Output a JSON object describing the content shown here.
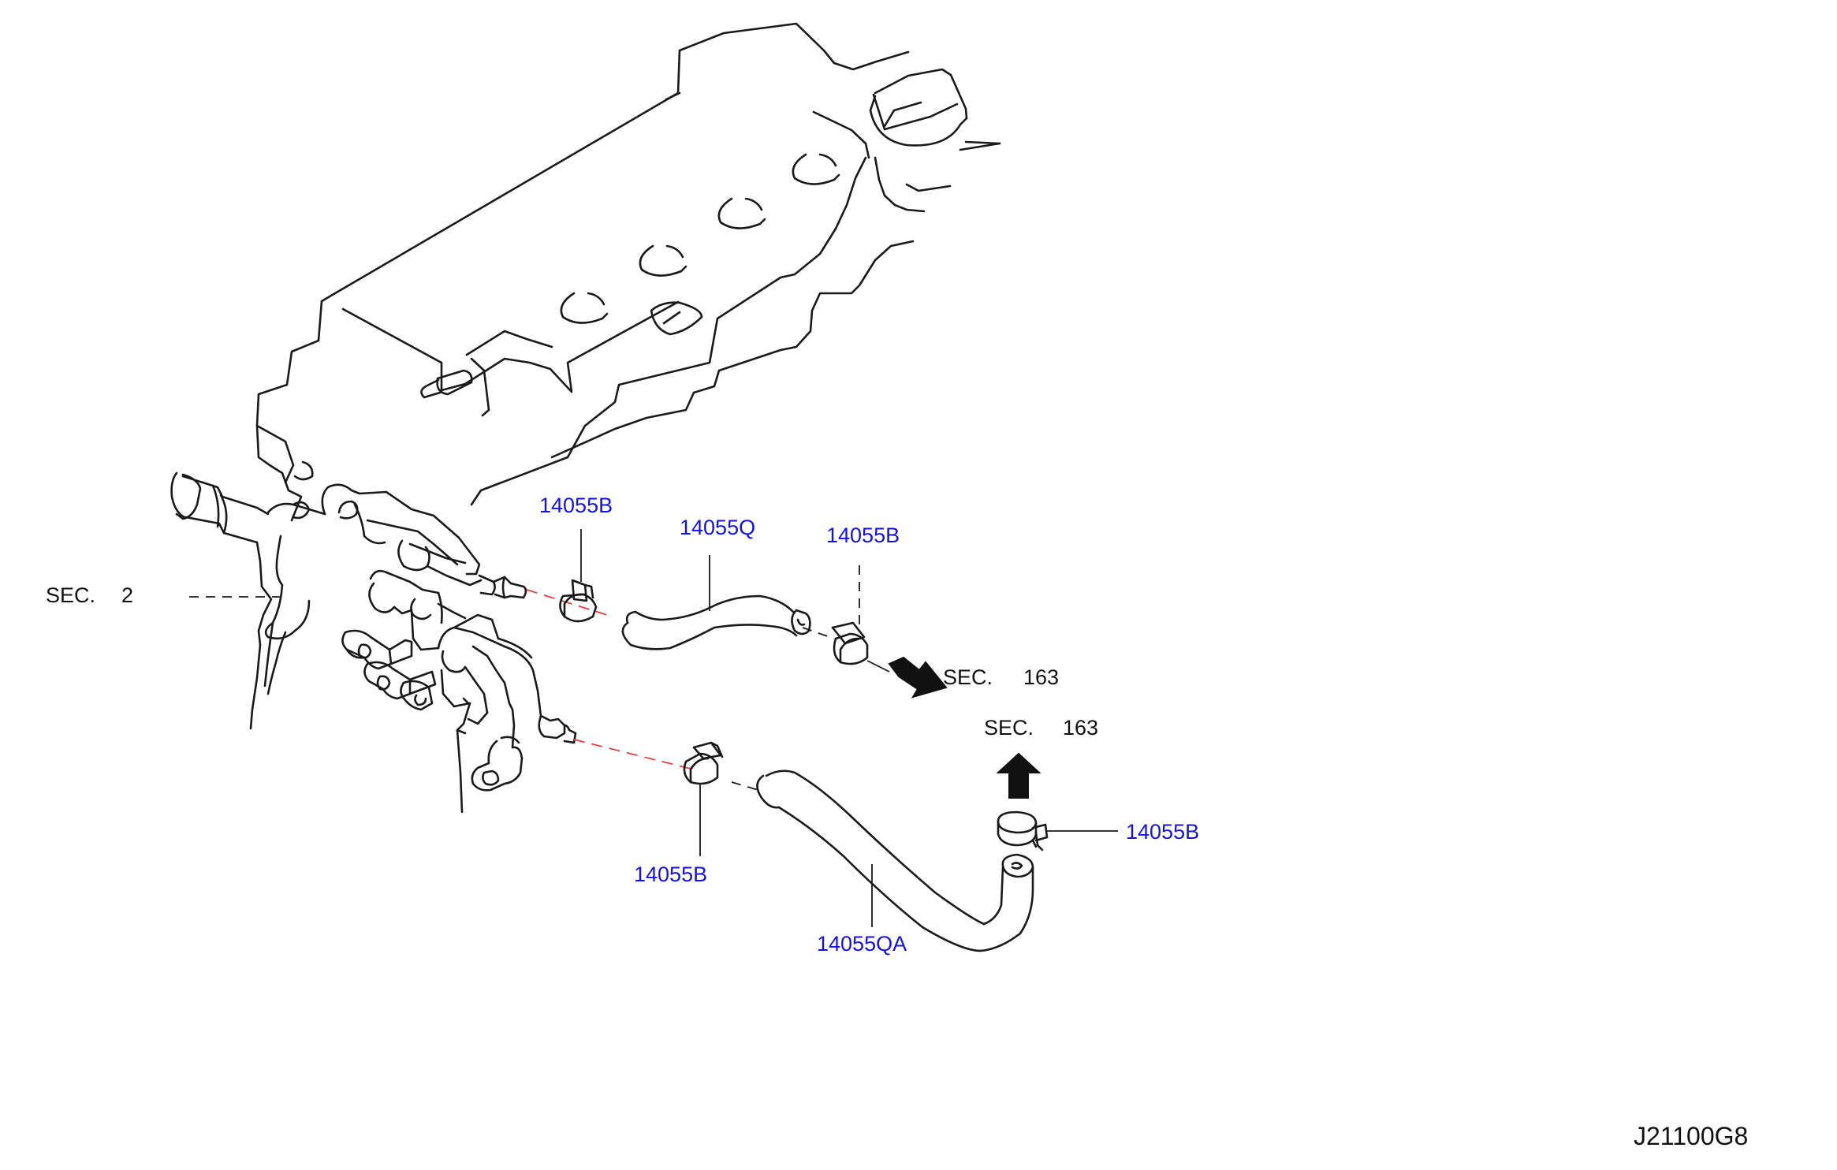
{
  "parts": [
    {
      "id": "clamp-upper-left",
      "label": "14055B"
    },
    {
      "id": "hose-upper",
      "label": "14055Q"
    },
    {
      "id": "clamp-upper-right",
      "label": "14055B"
    },
    {
      "id": "clamp-lower-left",
      "label": "14055B"
    },
    {
      "id": "hose-lower",
      "label": "14055QA"
    },
    {
      "id": "clamp-lower-right",
      "label": "14055B"
    }
  ],
  "section_refs": [
    {
      "id": "sec-left",
      "prefix": "SEC.",
      "number": "2"
    },
    {
      "id": "sec-right",
      "prefix": "SEC.",
      "number": "163"
    },
    {
      "id": "sec-top",
      "prefix": "SEC.",
      "number": "163"
    }
  ],
  "diagram_code": "J21100G8",
  "colors": {
    "part_label": "#1414d8",
    "leader_dashed": "#e0403f",
    "line": "#1a1a1a"
  }
}
